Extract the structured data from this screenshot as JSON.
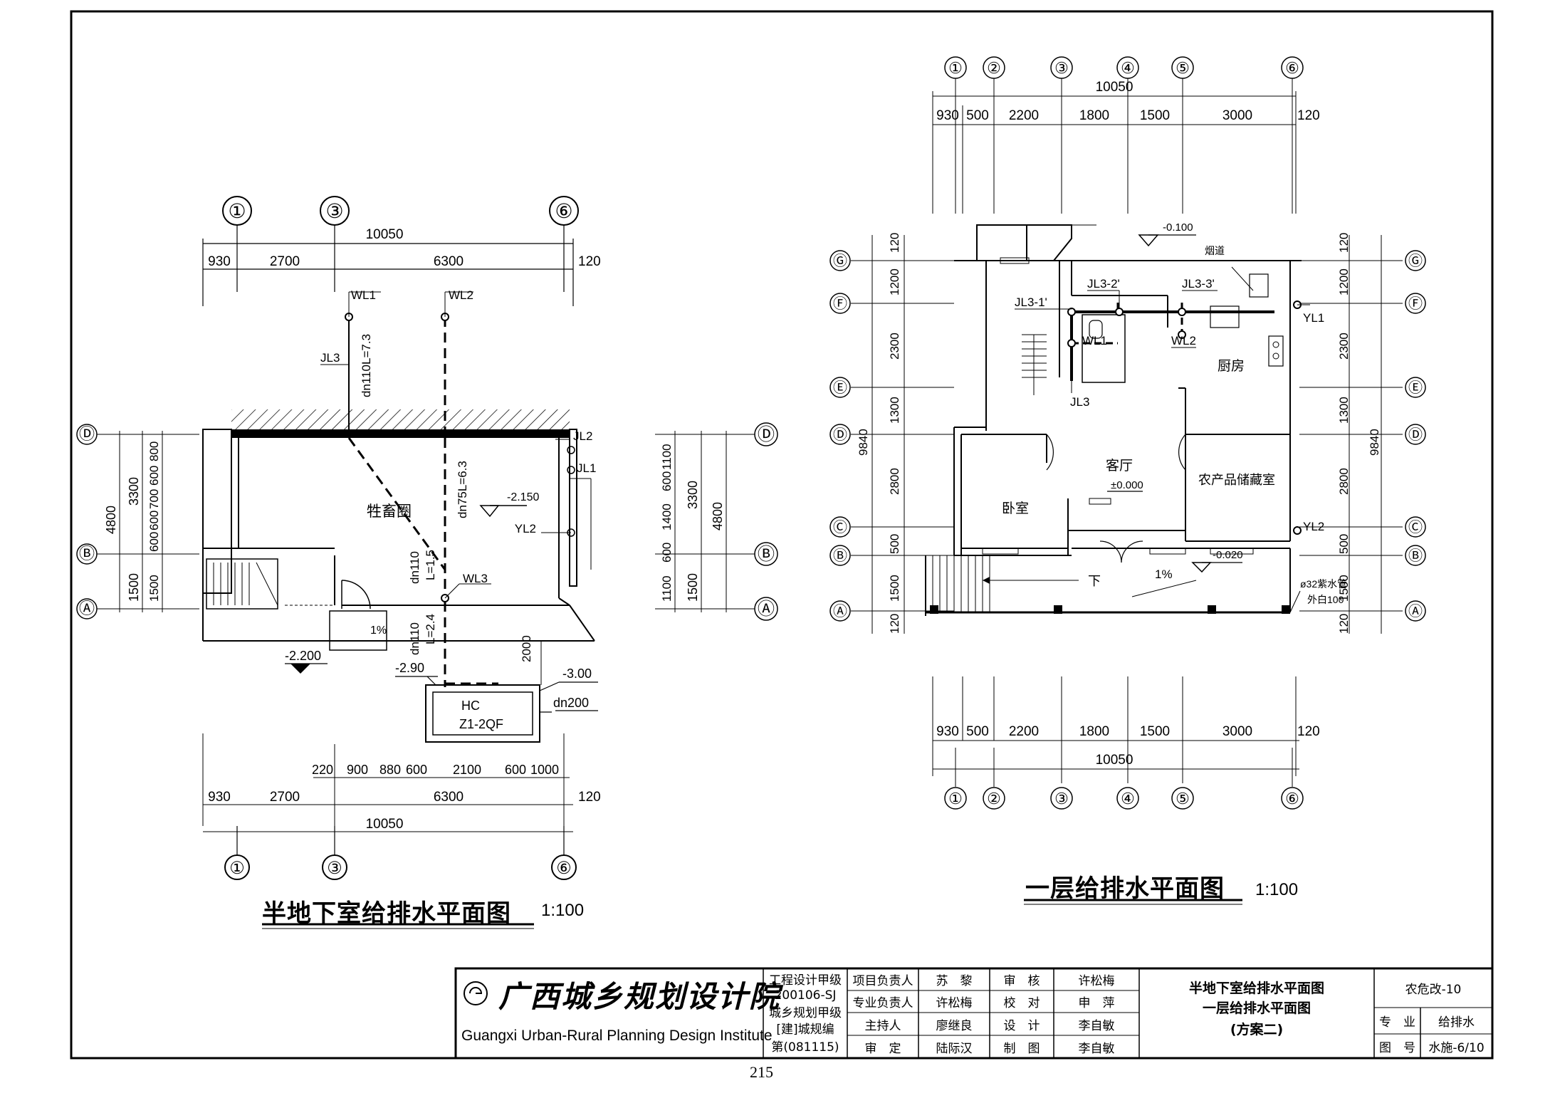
{
  "basement_plan": {
    "title": "半地下室给排水平面图",
    "scale": "1:100",
    "axes_top": [
      "①",
      "③",
      "⑥"
    ],
    "axes_bottom": [
      "①",
      "③",
      "⑥"
    ],
    "axes_left": [
      "Ⓓ",
      "Ⓑ",
      "Ⓐ"
    ],
    "axes_right": [
      "Ⓓ",
      "Ⓑ",
      "Ⓐ"
    ],
    "dim_total_top": "10050",
    "dims_top": [
      "930",
      "2700",
      "6300",
      "120"
    ],
    "dims_bottom_detail": [
      "220",
      "900",
      "880",
      "600",
      "2100",
      "600",
      "1000"
    ],
    "dims_bottom": [
      "930",
      "2700",
      "6300",
      "120"
    ],
    "dim_total_bottom": "10050",
    "dims_left": [
      "4800",
      "3300",
      "1500"
    ],
    "dims_left_inner": [
      "600",
      "600",
      "700",
      "600",
      "800",
      "600",
      "1500"
    ],
    "dims_right": [
      "1100",
      "600",
      "1400",
      "600",
      "1100",
      "3300",
      "4800",
      "1500"
    ],
    "room": "牲畜圈",
    "labels": {
      "wl1": "WL1",
      "wl2": "WL2",
      "wl3": "WL3",
      "jl3": "JL3",
      "jl2": "JL2",
      "jl1": "JL1",
      "yl2": "YL2",
      "pipe1": "dn110L=7.3",
      "pipe2": "dn75L=6.3",
      "pipe3": "dn110",
      "pipe3b": "L=1.5",
      "pipe4": "dn110",
      "pipe4b": "L=2.4",
      "level1": "-2.150",
      "level2": "-2.200",
      "level3": "-2.90",
      "level4": "-3.00",
      "tank1": "HC",
      "tank2": "Z1-2QF",
      "tank_pipe": "dn200",
      "dim_2000": "2000",
      "slope": "1%"
    }
  },
  "ground_plan": {
    "title": "一层给排水平面图",
    "scale": "1:100",
    "axes_top": [
      "①",
      "②",
      "③",
      "④",
      "⑤",
      "⑥"
    ],
    "axes_bottom": [
      "①",
      "②",
      "③",
      "④",
      "⑤",
      "⑥"
    ],
    "axes_left": [
      "Ⓖ",
      "Ⓕ",
      "Ⓔ",
      "Ⓓ",
      "Ⓒ",
      "Ⓑ",
      "Ⓐ"
    ],
    "axes_right": [
      "Ⓖ",
      "Ⓕ",
      "Ⓔ",
      "Ⓓ",
      "Ⓒ",
      "Ⓑ",
      "Ⓐ"
    ],
    "dim_total": "10050",
    "dims": [
      "930",
      "500",
      "2200",
      "1800",
      "1500",
      "3000",
      "120"
    ],
    "dims_vertical": [
      "120",
      "1200",
      "2300",
      "1300",
      "2800",
      "500",
      "1500",
      "120"
    ],
    "dim_total_vertical": "9840",
    "rooms": {
      "kitchen": "厨房",
      "living": "客厅",
      "bedroom": "卧室",
      "storage": "农产品储藏室"
    },
    "labels": {
      "jl3_1": "JL3-1'",
      "jl3_2": "JL3-2'",
      "jl3_3": "JL3-3'",
      "wl1": "WL1",
      "wl2": "WL2",
      "jl3": "JL3",
      "yl1": "YL1",
      "yl2": "YL2",
      "chimney": "烟道",
      "level_top": "-0.100",
      "level_living": "±0.000",
      "level_porch": "-0.020",
      "down": "下",
      "slope": "1%",
      "pipe_note1": "ø32紫水管",
      "pipe_note2": "外白100"
    }
  },
  "title_block": {
    "institute_cn": "广西城乡规划设计院",
    "institute_en": "Guangxi Urban-Rural Planning Design Institute",
    "cert": [
      "工程设计甲级",
      "200106-SJ",
      "城乡规划甲级",
      "[建]城规编",
      "第(081115)"
    ],
    "roles": [
      "项目负责人",
      "专业负责人",
      "主持人",
      "审　定"
    ],
    "names": [
      "苏　黎",
      "许松梅",
      "廖继良",
      "陆际汉"
    ],
    "roles2": [
      "审　核",
      "校　对",
      "设　计",
      "制　图"
    ],
    "names2": [
      "许松梅",
      "申　萍",
      "李自敏",
      "李自敏"
    ],
    "drawing_title": [
      "半地下室给排水平面图",
      "一层给排水平面图",
      "(方案二)"
    ],
    "project": "农危改-10",
    "discipline_label": "专　业",
    "discipline": "给排水",
    "sheet_label": "图　号",
    "sheet": "水施-6/10"
  },
  "page_number": "215"
}
